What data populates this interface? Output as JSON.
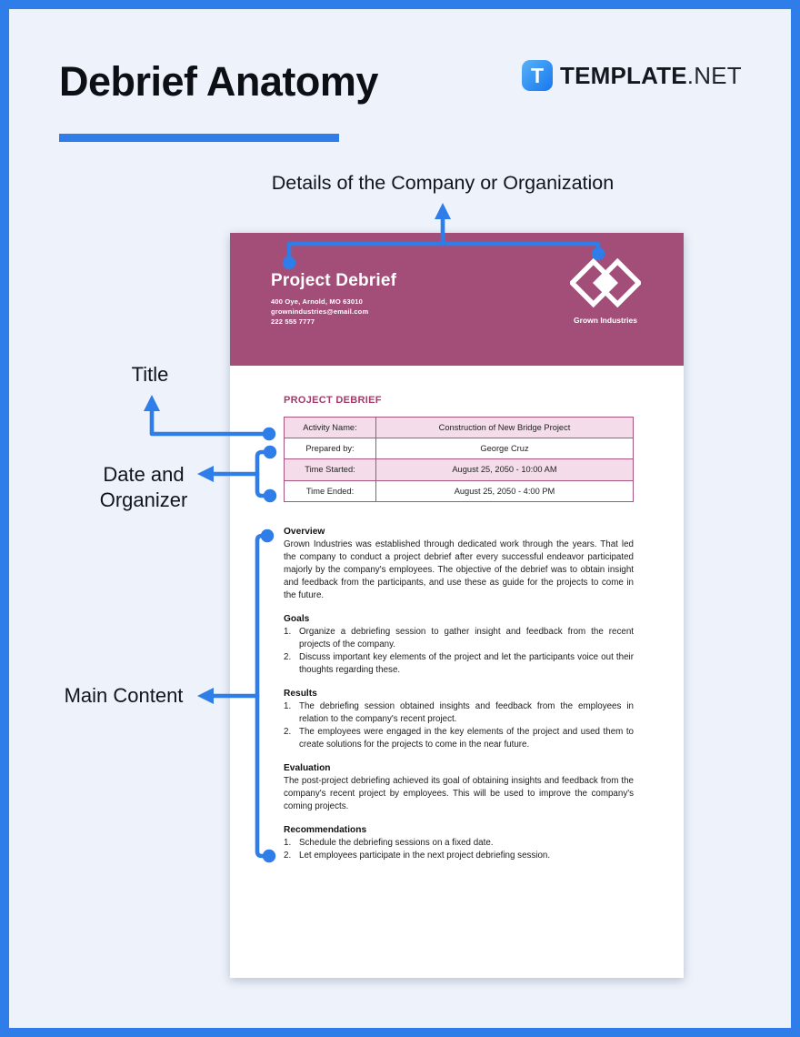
{
  "page": {
    "title": "Debrief Anatomy",
    "brand": {
      "icon_letter": "T",
      "name_bold": "TEMPLATE",
      "name_light": ".NET"
    }
  },
  "annotations": {
    "company_details": "Details of the Company or Organization",
    "title": "Title",
    "date_organizer_line1": "Date and",
    "date_organizer_line2": "Organizer",
    "main_content": "Main Content"
  },
  "document": {
    "header": {
      "title": "Project Debrief",
      "address": "400 Oye, Arnold, MO 63010",
      "email": "grownindustries@email.com",
      "phone": "222 555 7777",
      "logo_name": "Grown Industries"
    },
    "body": {
      "heading": "PROJECT DEBRIEF",
      "table": {
        "rows": [
          {
            "label": "Activity Name:",
            "value": "Construction of New Bridge Project"
          },
          {
            "label": "Prepared by:",
            "value": "George Cruz"
          },
          {
            "label": "Time Started:",
            "value": "August 25, 2050 - 10:00 AM"
          },
          {
            "label": "Time Ended:",
            "value": "August 25, 2050 - 4:00 PM"
          }
        ]
      },
      "sections": [
        {
          "heading": "Overview",
          "paragraph": "Grown Industries was established through dedicated work through the years. That led the company to conduct a project debrief after every successful endeavor participated majorly by the company's employees. The objective of the debrief was to obtain insight and feedback from the participants, and use these as guide for the projects to come in the future."
        },
        {
          "heading": "Goals",
          "items": [
            {
              "num": "1.",
              "text": "Organize a debriefing session to gather insight and feedback from the recent projects of the company."
            },
            {
              "num": "2.",
              "text": "Discuss important key elements of the project and let the participants voice out their thoughts regarding these."
            }
          ]
        },
        {
          "heading": "Results",
          "items": [
            {
              "num": "1.",
              "text": "The debriefing session obtained insights and feedback from the employees in relation to the company's recent project."
            },
            {
              "num": "2.",
              "text": "The employees were engaged in the key elements of the project and used them to create solutions for the projects to come in the near future."
            }
          ]
        },
        {
          "heading": "Evaluation",
          "paragraph": "The post-project debriefing achieved its goal of obtaining insights and feedback from the company's recent project by employees. This will be used to improve the company's coming projects."
        },
        {
          "heading": "Recommendations",
          "items": [
            {
              "num": "1.",
              "text": "Schedule the debriefing sessions on a fixed date."
            },
            {
              "num": "2.",
              "text": "Let employees participate in the next project debriefing session."
            }
          ]
        }
      ]
    }
  },
  "colors": {
    "accent_blue": "#2e7de8",
    "doc_maroon": "#a24e79",
    "table_pink": "#f4dcea",
    "background": "#eef2fa"
  }
}
